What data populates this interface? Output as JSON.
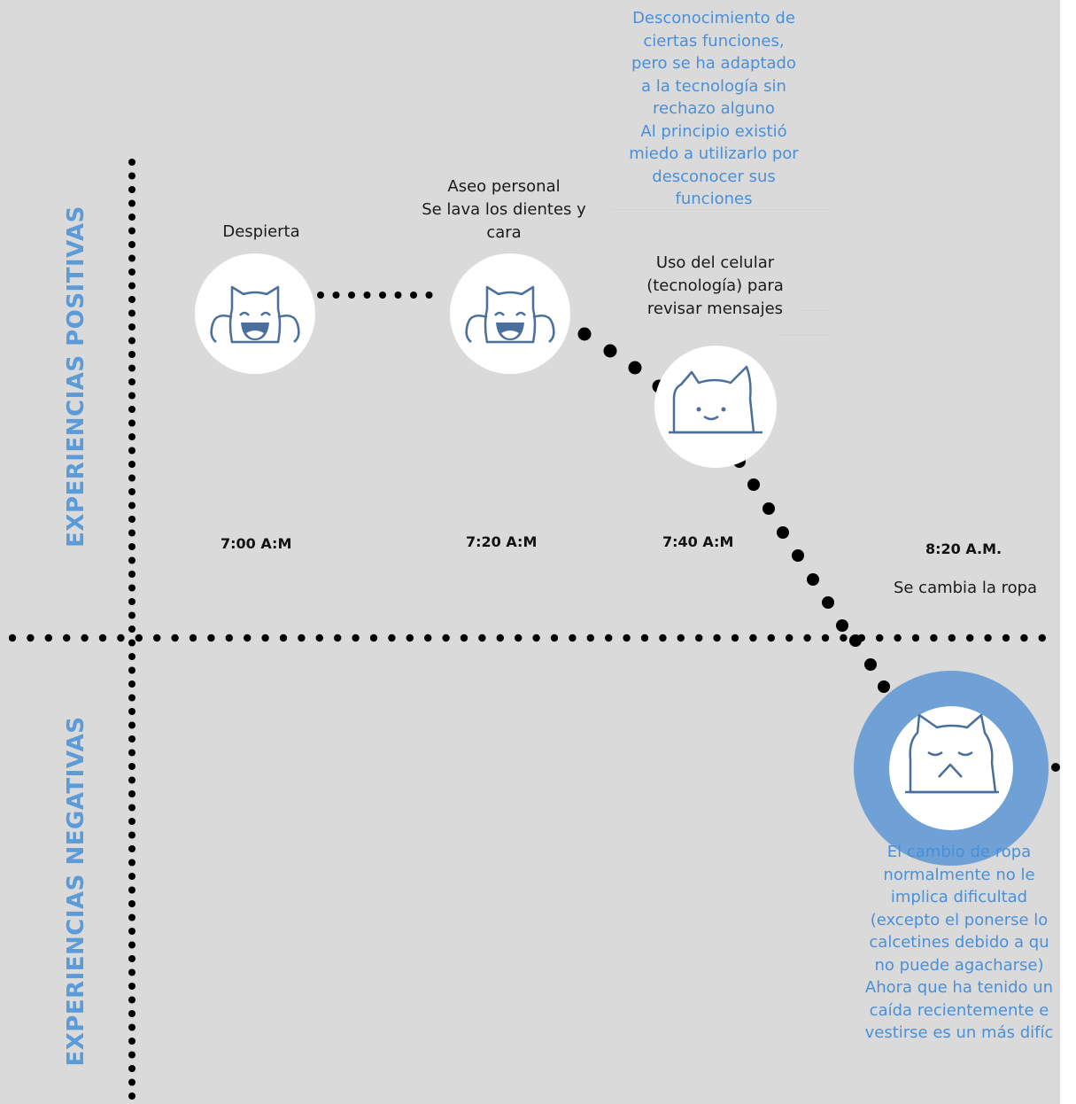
{
  "axes": {
    "positive_label": "EXPERIENCIAS POSITIVAS",
    "negative_label": "EXPERIENCIAS NEGATIVAS"
  },
  "steps": [
    {
      "title": "Despierta",
      "time": "7:00 A:M",
      "emotion": "very-happy",
      "icon": "laughing-cat-icon"
    },
    {
      "title": "Aseo personal\nSe lava los dientes y\ncara",
      "time": "7:20 A:M",
      "emotion": "very-happy",
      "icon": "laughing-cat-icon"
    },
    {
      "title": "Uso del celular\n(tecnología) para\nrevisar mensajes",
      "time": "7:40 A:M",
      "emotion": "content",
      "icon": "smiling-cat-icon",
      "note": "Desconocimiento de\nciertas funciones,\npero se ha adaptado\na la tecnología sin\nrechazo alguno\nAl principio existió\nmiedo a utilizarlo por\ndesconocer sus\nfunciones"
    },
    {
      "title": "Se cambia la ropa",
      "time": "8:20 A.M.",
      "emotion": "displeased",
      "icon": "grumpy-cat-icon",
      "note": "El cambio de ropa\nnormalmente no le\nimplica dificultad\n(excepto el ponerse lo\ncalcetines debido a qu\nno puede agacharse)\nAhora que ha tenido un\ncaída recientemente e\nvestirse es un más difíc"
    }
  ],
  "colors": {
    "text_accent": "#4a90d9",
    "axis_label": "#5b9bd8",
    "highlight_ring": "#6fa0d6",
    "icon_stroke": "#4a6f9c",
    "background": "#dadada"
  }
}
